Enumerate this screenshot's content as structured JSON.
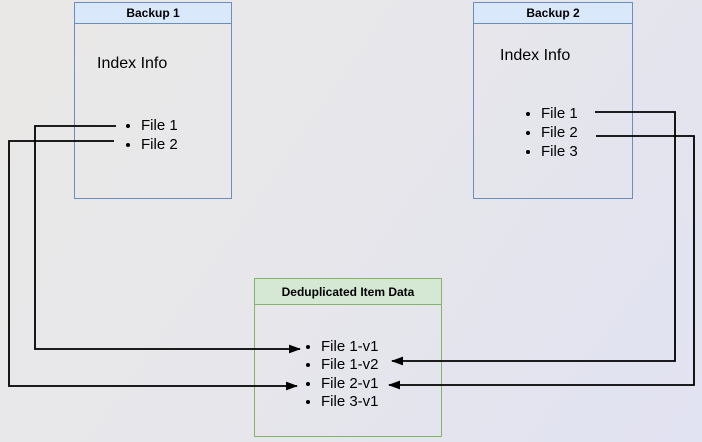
{
  "diagram": {
    "backup1": {
      "title": "Backup 1",
      "index_label": "Index Info",
      "files": [
        "File 1",
        "File 2"
      ]
    },
    "backup2": {
      "title": "Backup 2",
      "index_label": "Index Info",
      "files": [
        "File 1",
        "File 2",
        "File 3"
      ]
    },
    "dedup": {
      "title": "Deduplicated Item Data",
      "items": [
        "File 1-v1",
        "File 1-v2",
        "File 2-v1",
        "File 3-v1"
      ]
    },
    "connections": [
      {
        "from": "Backup 1 / File 1",
        "to": "File 1-v1",
        "route": "left"
      },
      {
        "from": "Backup 1 / File 2",
        "to": "File 2-v1",
        "route": "left"
      },
      {
        "from": "Backup 2 / File 1",
        "to": "File 1-v2",
        "route": "right"
      },
      {
        "from": "Backup 2 / File 2",
        "to": "File 2-v1",
        "route": "right"
      }
    ],
    "colors": {
      "blue_border": "#6c8ebf",
      "blue_fill": "#dae8fc",
      "green_border": "#82b366",
      "green_fill": "#d5e8d4",
      "connector": "#000000"
    }
  }
}
